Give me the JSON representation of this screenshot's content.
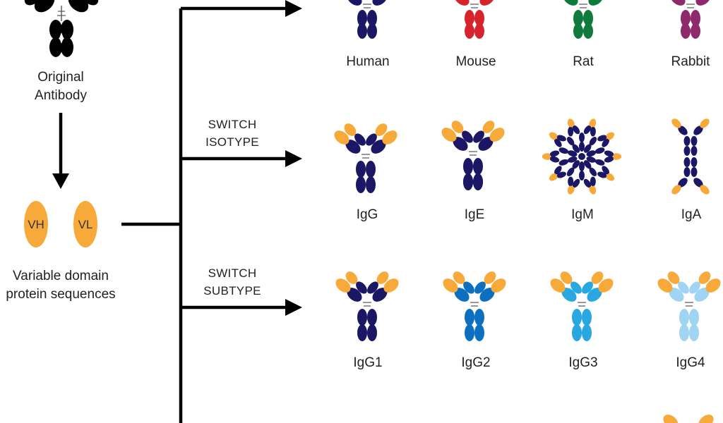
{
  "original": {
    "line1": "Original",
    "line2": "Antibody"
  },
  "domains": {
    "vh": "VH",
    "vl": "VL",
    "caption_line1": "Variable domain",
    "caption_line2": "protein sequences"
  },
  "species_row": {
    "items": [
      {
        "label": "Human",
        "color": "#1b1764"
      },
      {
        "label": "Mouse",
        "color": "#d7242c"
      },
      {
        "label": "Rat",
        "color": "#0e7a3c"
      },
      {
        "label": "Rabbit",
        "color": "#8e2a6b"
      }
    ]
  },
  "isotype_row": {
    "switch_line1": "SWITCH",
    "switch_line2": "ISOTYPE",
    "items": [
      {
        "label": "IgG"
      },
      {
        "label": "IgE"
      },
      {
        "label": "IgM"
      },
      {
        "label": "IgA"
      }
    ]
  },
  "subtype_row": {
    "switch_line1": "SWITCH",
    "switch_line2": "SUBTYPE",
    "items": [
      {
        "label": "IgG1",
        "color": "#1b1764"
      },
      {
        "label": "IgG2",
        "color": "#0c6fc0"
      },
      {
        "label": "IgG3",
        "color": "#29a7e0"
      },
      {
        "label": "IgG4",
        "color": "#9fd5f3"
      }
    ]
  },
  "colors": {
    "navy": "#1b1764",
    "orange": "#f7a93a",
    "arrow": "#000000",
    "original_antibody": "#000000"
  }
}
